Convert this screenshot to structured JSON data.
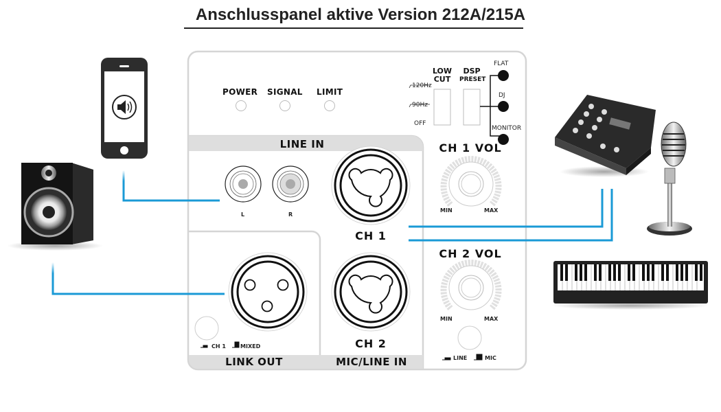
{
  "title": "Anschlusspanel aktive Version 212A/215A",
  "colors": {
    "cable": "#1a9ad6",
    "panel_border": "#d5d5d5",
    "section_bar": "#dedede",
    "device_dark": "#1e1e1e"
  },
  "panel": {
    "leds": [
      {
        "label": "POWER"
      },
      {
        "label": "SIGNAL"
      },
      {
        "label": "LIMIT"
      }
    ],
    "low_cut": {
      "label_line1": "LOW",
      "label_line2": "CUT",
      "options": [
        "120Hz",
        "90Hz",
        "OFF"
      ]
    },
    "dsp_preset": {
      "label_line1": "DSP",
      "label_line2": "PRESET",
      "options": [
        "FLAT",
        "DJ",
        "MONITOR"
      ]
    },
    "line_in": {
      "section_label": "LINE IN",
      "left_label": "L",
      "right_label": "R"
    },
    "ch1": {
      "label": "CH 1",
      "vol_label": "CH 1 VOL",
      "min_label": "MIN",
      "max_label": "MAX"
    },
    "ch2": {
      "label": "CH 2",
      "vol_label": "CH 2 VOL",
      "min_label": "MIN",
      "max_label": "MAX",
      "switch_line": "LINE",
      "switch_mic": "MIC"
    },
    "link_out": {
      "section_label": "LINK OUT",
      "switch_ch1": "CH 1",
      "switch_mixed": "MIXED"
    },
    "mic_line_in": {
      "section_label": "MIC/LINE IN"
    }
  },
  "devices": {
    "smartphone": {
      "icon": "speaker-volume-icon"
    },
    "speaker": {
      "icon": "loudspeaker-icon"
    },
    "mixer": {
      "icon": "mixer-console-icon"
    },
    "microphone": {
      "icon": "microphone-icon"
    },
    "keyboard": {
      "icon": "piano-keyboard-icon"
    }
  }
}
